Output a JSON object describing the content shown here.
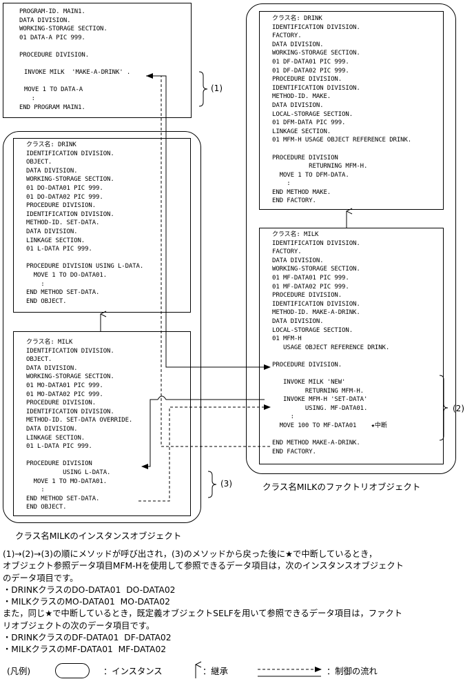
{
  "main_program": [
    "PROGRAM-ID. MAIN1.",
    "DATA DIVISION.",
    "WORKING-STORAGE SECTION.",
    "01 DATA-A PIC 999.",
    "",
    "PROCEDURE DIVISION.",
    "",
    "INVOKE MILK  'MAKE-A-DRINK' .",
    "",
    "MOVE 1 TO DATA-A",
    "  :",
    "END PROGRAM MAIN1."
  ],
  "factory_drink": [
    "クラス名: DRINK",
    "IDENTIFICATION DIVISION.",
    "FACTORY.",
    "DATA DIVISION.",
    "WORKING-STORAGE SECTION.",
    "01 DF-DATA01 PIC 999.",
    "01 DF-DATA02 PIC 999.",
    "PROCEDURE DIVISION.",
    "IDENTIFICATION DIVISION.",
    "METHOD-ID. MAKE.",
    "DATA DIVISION.",
    "LOCAL-STORAGE SECTION.",
    "01 DFM-DATA PIC 999.",
    "LINKAGE SECTION.",
    "01 MFM-H USAGE OBJECT REFERENCE DRINK.",
    "",
    "PROCEDURE DIVISION",
    "          RETURNING MFM-H.",
    "  MOVE 1 TO DFM-DATA.",
    "    :",
    "END METHOD MAKE.",
    "END FACTORY."
  ],
  "factory_milk": [
    "クラス名: MILK",
    "IDENTIFICATION DIVISION.",
    "FACTORY.",
    "DATA DIVISION.",
    "WORKING-STORAGE SECTION.",
    "01 MF-DATA01 PIC 999.",
    "01 MF-DATA02 PIC 999.",
    "PROCEDURE DIVISION.",
    "IDENTIFICATION DIVISION.",
    "METHOD-ID. MAKE-A-DRINK.",
    "DATA DIVISION.",
    "LOCAL-STORAGE SECTION.",
    "01 MFM-H",
    "   USAGE OBJECT REFERENCE DRINK.",
    "",
    "PROCEDURE DIVISION.",
    "",
    "   INVOKE MILK 'NEW'",
    "         RETURNING MFM-H.",
    "   INVOKE MFM-H 'SET-DATA'",
    "         USING. MF-DATA01.",
    "     :",
    "  MOVE 100 TO MF-DATA01    ★中断",
    "",
    "END METHOD MAKE-A-DRINK.",
    "END FACTORY."
  ],
  "instance_drink": [
    "クラス名: DRINK",
    "IDENTIFICATION DIVISION.",
    "OBJECT.",
    "DATA DIVISION.",
    "WORKING-STORAGE SECTION.",
    "01 DO-DATA01 PIC 999.",
    "01 DO-DATA02 PIC 999.",
    "PROCEDURE DIVISION.",
    "IDENTIFICATION DIVISION.",
    "METHOD-ID. SET-DATA.",
    "DATA DIVISION.",
    "LINKAGE SECTION.",
    "01 L-DATA PIC 999.",
    "",
    "PROCEDURE DIVISION USING L-DATA.",
    "  MOVE 1 TO DO-DATA01.",
    "    :",
    "END METHOD SET-DATA.",
    "END OBJECT."
  ],
  "instance_milk": [
    "クラス名: MILK",
    "IDENTIFICATION DIVISION.",
    "OBJECT.",
    "DATA DIVISION.",
    "WORKING-STORAGE SECTION.",
    "01 MO-DATA01 PIC 999.",
    "01 MO-DATA02 PIC 999.",
    "PROCEDURE DIVISION.",
    "IDENTIFICATION DIVISION.",
    "METHOD-ID. SET-DATA OVERRIDE.",
    "DATA DIVISION.",
    "LINKAGE SECTION.",
    "01 L-DATA PIC 999.",
    "",
    "PROCEDURE DIVISION",
    "          USING L-DATA.",
    "  MOVE 1 TO MO-DATA01.",
    "    :",
    "END METHOD SET-DATA.",
    "END OBJECT."
  ],
  "markers": {
    "m1": "(1)",
    "m2": "(2)",
    "m3": "(3)"
  },
  "captions": {
    "factory": "クラス名MILKのファクトリオブジェクト",
    "instance": "クラス名MILKのインスタンスオブジェクト"
  },
  "question": [
    "(1)→(2)→(3)の順にメソッドが呼び出され，(3)のメソッドから戻った後に★で中断しているとき，",
    "オブジェクト参照データ項目MFM-Hを使用して参照できるデータ項目は，次のインスタンスオブジェクト",
    "のデータ項目です。",
    "・DRINKクラスのDO-DATA01  DO-DATA02",
    "・MILKクラスのMO-DATA01  MO-DATA02",
    "また，同じ★で中断しているとき，既定義オブジェクトSELFを用いて参照できるデータ項目は，ファクト",
    "リオブジェクトの次のデータ項目です。",
    "・DRINKクラスのDF-DATA01  DF-DATA02",
    "・MILKクラスのMF-DATA01  MF-DATA02"
  ],
  "legend": {
    "title": "(凡例)",
    "instance": "：インスタンス",
    "inherit": "：継承",
    "flow": "：制御の流れ"
  }
}
